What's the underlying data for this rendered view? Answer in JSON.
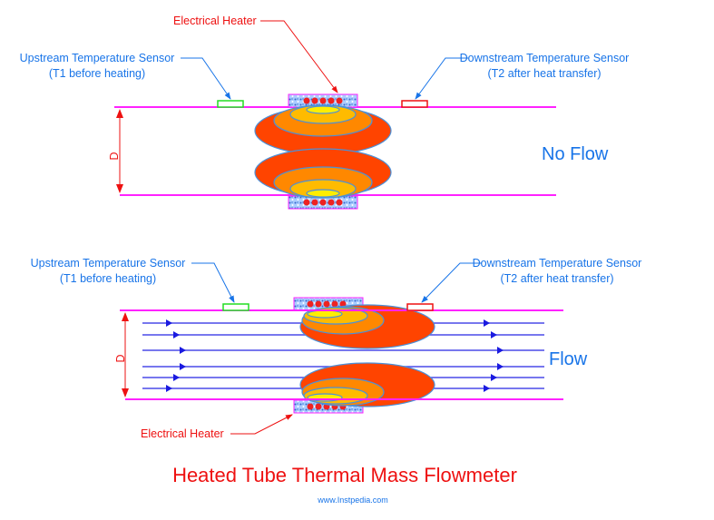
{
  "title": "Heated Tube Thermal Mass Flowmeter",
  "website": "www.Instpedia.com",
  "colors": {
    "pipe": "#ff22ff",
    "label_blue": "#1874e8",
    "label_red": "#ee1111",
    "flow_line": "#4a4ae8",
    "heat_outer": "#ff4400",
    "heat_mid": "#ff8800",
    "heat_inner": "#ffbb00",
    "heat_core": "#ffee00",
    "sensor_upstream": "#22dd22",
    "sensor_downstream": "#ee1111"
  },
  "no_flow_panel": {
    "state_label": "No Flow",
    "diameter_label": "D",
    "heater_label": "Electrical Heater",
    "upstream_sensor": {
      "line1": "Upstream Temperature Sensor",
      "line2": "(T1 before heating)"
    },
    "downstream_sensor": {
      "line1": "Downstream Temperature Sensor",
      "line2": "(T2 after heat transfer)"
    }
  },
  "flow_panel": {
    "state_label": "Flow",
    "diameter_label": "D",
    "heater_label": "Electrical Heater",
    "upstream_sensor": {
      "line1": "Upstream Temperature Sensor",
      "line2": "(T1 before heating)"
    },
    "downstream_sensor": {
      "line1": "Downstream Temperature Sensor",
      "line2": "(T2 after heat transfer)"
    },
    "flow_line_count": 6
  }
}
